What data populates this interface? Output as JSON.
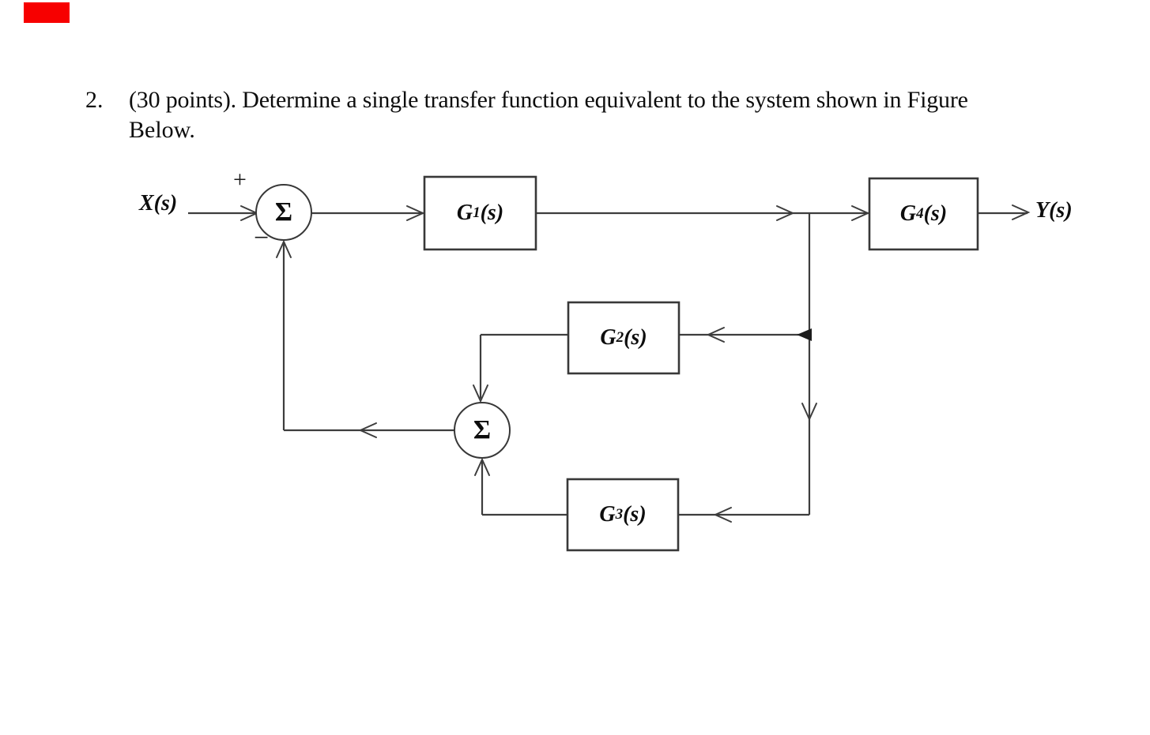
{
  "page": {
    "background": "#ffffff"
  },
  "marker": {
    "color": "#f70000"
  },
  "heading": {
    "number": "2.",
    "line1": "(30 points). Determine a single transfer function equivalent to the system shown in Figure",
    "line2": "Below."
  },
  "diagram": {
    "input_label": "X(s)",
    "output_label": "Y(s)",
    "plus_sign": "+",
    "minus_sign": "−",
    "summer1_symbol": "Σ",
    "summer2_symbol": "Σ",
    "blocks": {
      "g1": {
        "prefix": "G",
        "sub": "1",
        "suffix": "(s)"
      },
      "g2": {
        "prefix": "G",
        "sub": "2",
        "suffix": "(s)"
      },
      "g3": {
        "prefix": "G",
        "sub": "3",
        "suffix": "(s)"
      },
      "g4": {
        "prefix": "G",
        "sub": "4",
        "suffix": "(s)"
      }
    },
    "line_color": "#3d3d3d",
    "text_color": "#0d0d0d"
  }
}
